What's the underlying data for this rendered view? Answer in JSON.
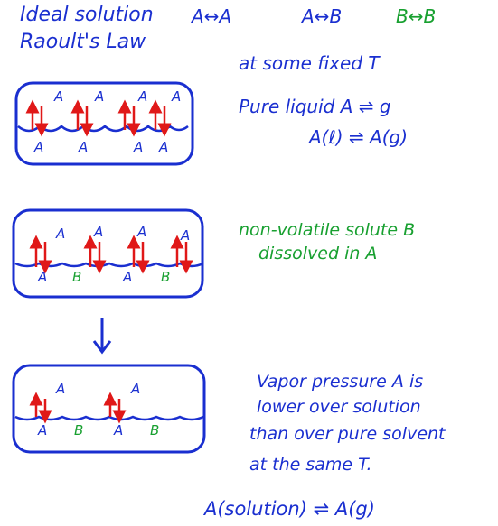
{
  "title": {
    "line1": "Ideal solution",
    "line2": "Raoult's Law"
  },
  "interactions": [
    {
      "label": "A↔A",
      "color": "#1a2fd0"
    },
    {
      "label": "A↔B",
      "color": "#1a2fd0"
    },
    {
      "label": "B↔B",
      "color": "#18a030"
    }
  ],
  "panel1": {
    "header": "at some fixed T",
    "line1": "Pure liquid A ⇌ g",
    "equation": "A(ℓ) ⇌ A(g)",
    "gas_labels": [
      "A",
      "A",
      "A",
      "A"
    ],
    "liquid_labels": [
      "A",
      "A",
      "A",
      "A"
    ]
  },
  "panel2": {
    "line1": "non-volatile solute B",
    "line2": "dissolved in A",
    "gas_labels": [
      "A",
      "A",
      "A",
      "A"
    ],
    "liquid_labels": [
      "A",
      "B",
      "A",
      "B"
    ]
  },
  "arrow_down": "↓",
  "panel3": {
    "line1": "Vapor pressure A is",
    "line2": "lower over solution",
    "line3": "than over pure solvent",
    "line4": "at the same T.",
    "gas_labels": [
      "A",
      "A"
    ],
    "liquid_labels": [
      "A",
      "B",
      "A",
      "B"
    ]
  },
  "final_equation": "A(solution) ⇌ A(g)",
  "colors": {
    "blue_ink": "#1a2fd0",
    "green_ink": "#18a030",
    "red_arrows": "#e01818"
  }
}
